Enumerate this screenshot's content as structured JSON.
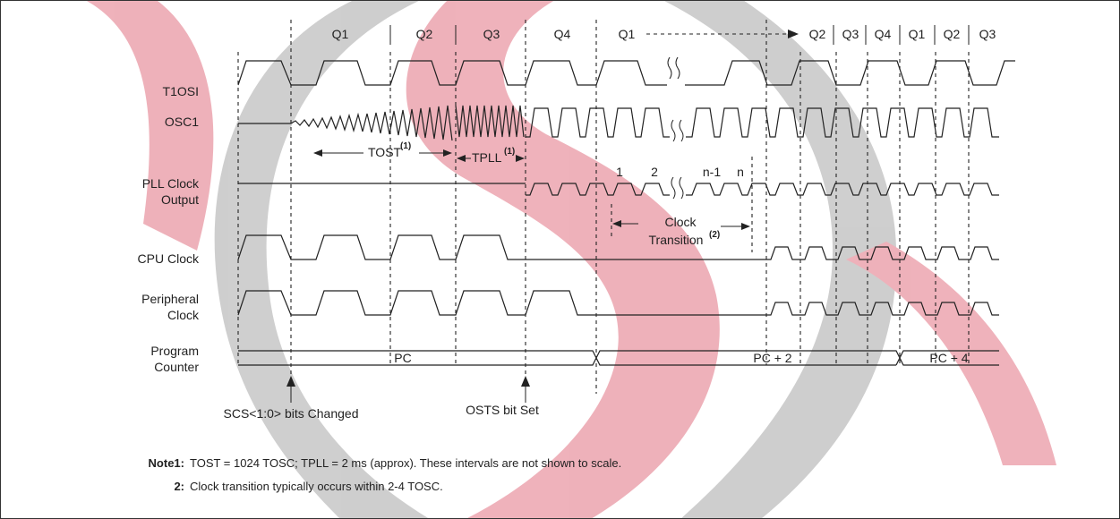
{
  "signals": {
    "t1osi": "T1OSI",
    "osc1": "OSC1",
    "pll_line1": "PLL Clock",
    "pll_line2": "Output",
    "cpu": "CPU Clock",
    "periph_line1": "Peripheral",
    "periph_line2": "Clock",
    "pc_line1": "Program",
    "pc_line2": "Counter"
  },
  "q_labels": {
    "q1a": "Q1",
    "q2a": "Q2",
    "q3a": "Q3",
    "q4a": "Q4",
    "q1b": "Q1",
    "q2b": "Q2",
    "q3b": "Q3",
    "q4b": "Q4",
    "q1c": "Q1",
    "q2c": "Q2",
    "q3c": "Q3"
  },
  "annotations": {
    "tost": "TOST",
    "tpll": "TPLL",
    "ref1": "(1)",
    "ref2": "(2)",
    "pll_count": [
      "1",
      "2",
      "n-1",
      "n"
    ],
    "clock_transition_line1": "Clock",
    "clock_transition_line2": "Transition",
    "pc": "PC",
    "pc2": "PC + 2",
    "pc4": "PC + 4",
    "scs_changed": "SCS<1:0> bits Changed",
    "osts_set": "OSTS bit Set"
  },
  "notes": {
    "note1_label": "Note1:",
    "note1_text": "TOST = 1024 TOSC; TPLL = 2 ms (approx). These intervals are not shown to scale.",
    "note2_label": "2:",
    "note2_text": "Clock transition typically occurs within 2-4 TOSC."
  },
  "colors": {
    "watermark_red": "#d9485d",
    "watermark_gray": "#9a9a9a",
    "ink": "#222222"
  }
}
